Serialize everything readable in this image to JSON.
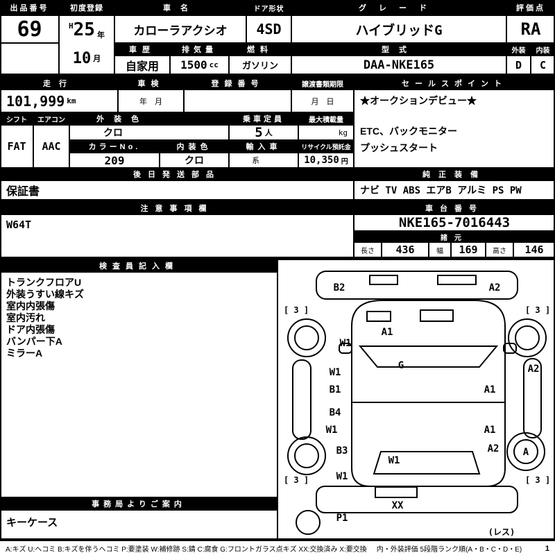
{
  "top": {
    "lot_label": "出品番号",
    "lot_value": "69",
    "first_reg_label": "初度登録",
    "first_reg_era": "H",
    "first_reg_year": "25",
    "first_reg_year_unit": "年",
    "first_reg_month": "10",
    "first_reg_month_unit": "月",
    "car_name_label": "車名",
    "car_name_value": "カローラアクシオ",
    "door_label": "ドア形状",
    "door_value": "4SD",
    "grade_label": "グレード",
    "grade_value": "ハイブリッドG",
    "score_label": "評価点",
    "score_value": "RA",
    "history_label": "車歴",
    "history_value": "自家用",
    "displacement_label": "排気量",
    "displacement_value": "1500",
    "displacement_unit": "cc",
    "fuel_label": "燃料",
    "fuel_value": "ガソリン",
    "model_label": "型式",
    "model_value": "DAA-NKE165",
    "exterior_label": "外装",
    "exterior_value": "D",
    "interior_label": "内装",
    "interior_value": "C"
  },
  "mid": {
    "mileage_label": "走行",
    "mileage_value": "101,999",
    "mileage_unit": "km",
    "inspection_label": "車検",
    "inspection_placeholder": "年　月",
    "reg_no_label": "登録番号",
    "transfer_label": "譲渡書類期限",
    "transfer_placeholder": "月　日",
    "sales_label": "セールスポイント",
    "sales_lines": [
      "★オークションデビュー★",
      "ETC、バックモニター",
      "プッシュスタート"
    ],
    "shift_label": "シフト",
    "shift_value": "FAT",
    "aircon_label": "エアコン",
    "aircon_value": "AAC",
    "ext_color_label": "外装色",
    "ext_color_value": "クロ",
    "capacity_label": "乗車定員",
    "capacity_value": "5",
    "capacity_unit": "人",
    "max_load_label": "最大積載量",
    "max_load_unit": "kg",
    "color_no_label": "カラーNo.",
    "color_no_value": "209",
    "int_color_label": "内装色",
    "int_color_value": "クロ",
    "import_label": "輸入車",
    "import_suffix": "系",
    "recycle_label": "リサイクル預託金",
    "recycle_value": "10,350",
    "recycle_unit": "円",
    "later_parts_label": "後日発送部品",
    "later_parts_value": "保証書",
    "equipment_label": "純正装備",
    "equipment_value": "ナビ TV ABS エアB アルミ PS PW"
  },
  "notes": {
    "caution_label": "注意事項欄",
    "caution_value": "W64T",
    "chassis_label": "車台番号",
    "chassis_value": "NKE165-7016443",
    "spec_label": "諸元",
    "length_label": "長さ",
    "length_value": "436",
    "width_label": "幅",
    "width_value": "169",
    "height_label": "高さ",
    "height_value": "146"
  },
  "inspector": {
    "label": "検査員記入欄",
    "lines": [
      "トランクフロアU",
      "外装うすい線キズ",
      "室内内張傷",
      "室内汚れ",
      "ドア内張傷",
      "バンパー下A",
      "ミラーA"
    ]
  },
  "office": {
    "label": "事務局よりご案内",
    "value": "キーケース"
  },
  "diagram": {
    "labels": [
      "B2",
      "A2",
      "[ 3 ]",
      "[ 3 ]",
      "W1",
      "A1",
      "W1",
      "G",
      "A2",
      "B1",
      "A1",
      "B4",
      "W1",
      "A1",
      "B3",
      "A2",
      "A",
      "W1",
      "W1",
      "[ 3 ]",
      "[ 3 ]",
      "XX",
      "P1",
      "(レス)"
    ]
  },
  "footer": {
    "legend": "A:キズ U:ヘコミ B:キズを伴うヘコミ P:要塗装 W:補修跡 S:錆 C:腐食 G:フロントガラス点キズ XX:交換済み X:要交換",
    "rating_note": "内・外装評価 5段階ランク順(A・B・C・D・E)",
    "page": "1"
  }
}
